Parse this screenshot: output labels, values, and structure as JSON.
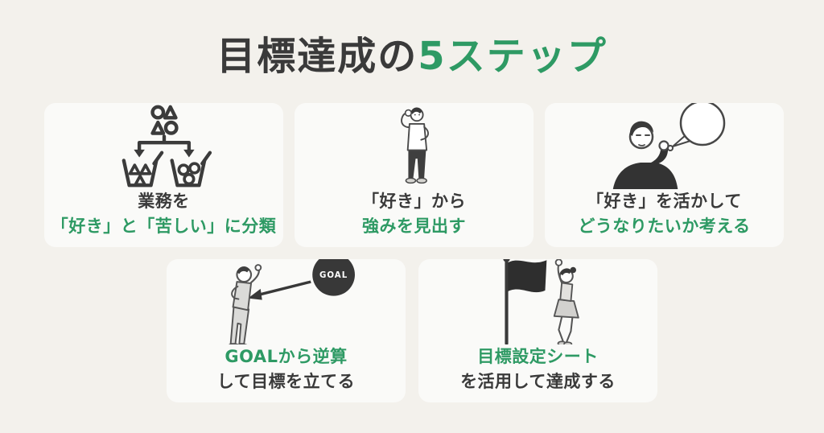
{
  "title": {
    "prefix": "目標達成の",
    "highlight": "5ステップ"
  },
  "colors": {
    "background": "#f3f1ec",
    "card": "#fafaf8",
    "dark_text": "#3a3a3a",
    "accent_green": "#2e9a64",
    "goal_badge": "#383838"
  },
  "steps": [
    {
      "icon": "sort-into-baskets-icon",
      "lines": [
        {
          "text": "業務を",
          "tone": "dark"
        },
        {
          "text": "「好き」と「苦しい」に分類",
          "tone": "green"
        }
      ]
    },
    {
      "icon": "flexing-arm-person-icon",
      "lines": [
        {
          "text": "「好き」から",
          "tone": "dark"
        },
        {
          "text": "強みを見出す",
          "tone": "green"
        }
      ]
    },
    {
      "icon": "thinking-person-bubble-icon",
      "lines": [
        {
          "text": "「好き」を活かして",
          "tone": "dark"
        },
        {
          "text": "どうなりたいか考える",
          "tone": "green"
        }
      ]
    },
    {
      "icon": "goal-circle-arrow-person-icon",
      "goal_label": "GOAL",
      "lines": [
        {
          "text": "GOALから逆算",
          "tone": "green"
        },
        {
          "text": "して目標を立てる",
          "tone": "dark"
        }
      ]
    },
    {
      "icon": "flag-jumping-person-icon",
      "lines": [
        {
          "text": "目標設定シート",
          "tone": "green"
        },
        {
          "text": "を活用して達成する",
          "tone": "dark"
        }
      ]
    }
  ]
}
